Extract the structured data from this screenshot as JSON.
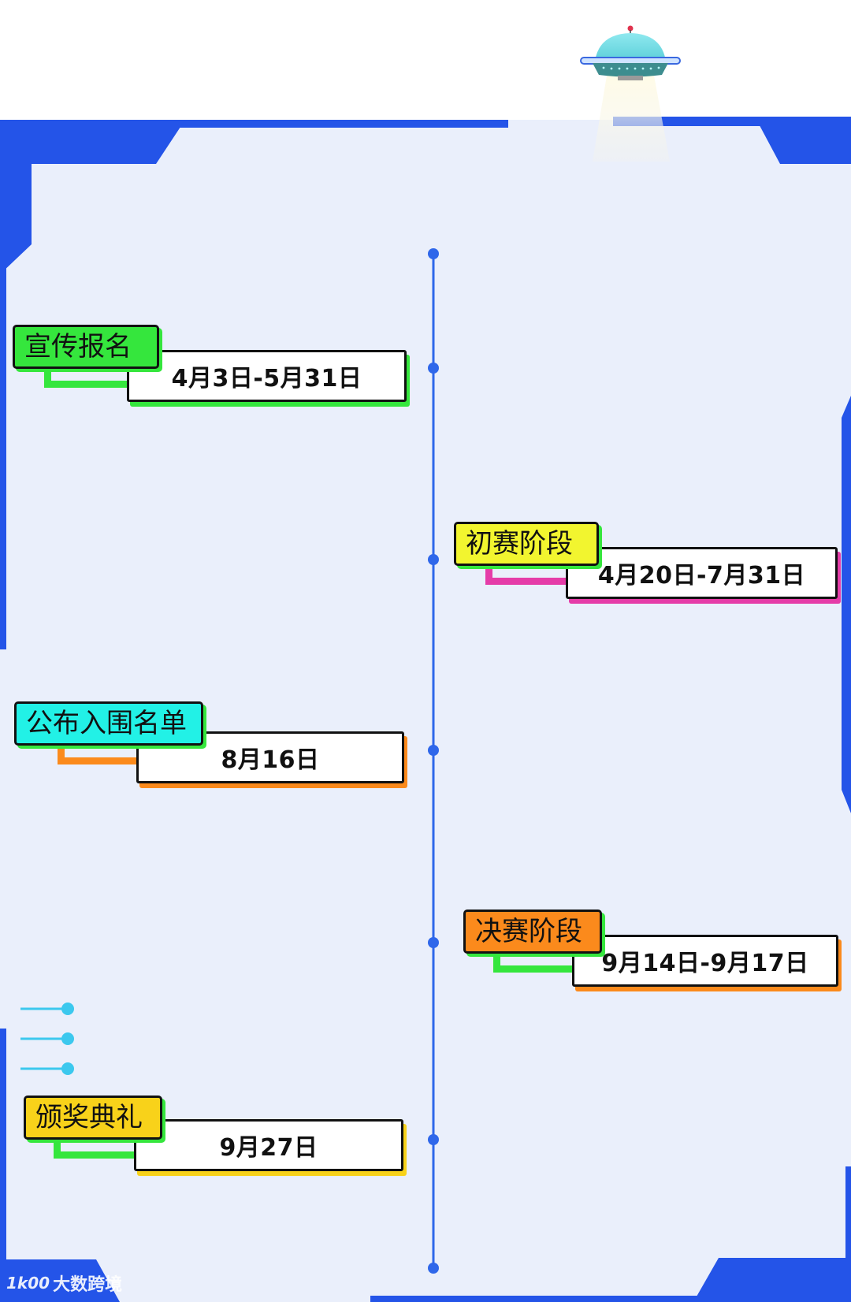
{
  "timeline": {
    "events": [
      {
        "label": "宣传报名",
        "date": "4月3日-5月31日"
      },
      {
        "label": "初赛阶段",
        "date": "4月20日-7月31日"
      },
      {
        "label": "公布入围名单",
        "date": "8月16日"
      },
      {
        "label": "决赛阶段",
        "date": "9月14日-9月17日"
      },
      {
        "label": "颁奖典礼",
        "date": "9月27日"
      }
    ]
  },
  "logo": {
    "mark": "1k00",
    "text": "大数跨境"
  },
  "colors": {
    "page_bg": "#eaeffb",
    "frame_blue": "#2454e8",
    "timeline_blue": "#2f67ea",
    "green": "#35e63d",
    "yellow": "#f2f52f",
    "cyan": "#22f1e6",
    "orange": "#fb8a1c",
    "gold": "#f8d21a",
    "magenta": "#e53ca8"
  },
  "icons": {
    "ufo": "ufo-icon",
    "decorative_lines": "connector-dot-lines"
  }
}
